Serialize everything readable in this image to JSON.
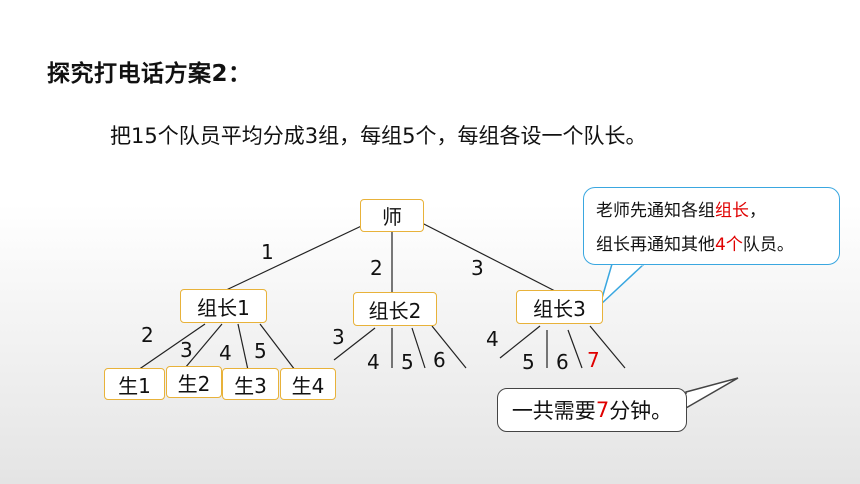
{
  "title": "探究打电话方案2：",
  "intro": "把15个队员平均分成3组，每组5个，每组各设一个队长。",
  "tree": {
    "root": "师",
    "groups": [
      "组长1",
      "组长2",
      "组长3"
    ],
    "root_edge_labels": [
      "1",
      "2",
      "3"
    ],
    "students": [
      "生1",
      "生2",
      "生3",
      "生4"
    ],
    "group1_edge_labels": [
      "2",
      "3",
      "4",
      "5"
    ],
    "group2_edge_labels": [
      "3",
      "4",
      "5",
      "6"
    ],
    "group3_edge_labels": [
      "4",
      "5",
      "6",
      "7"
    ]
  },
  "callout": {
    "line1_prefix": "老师先通知各组",
    "line1_highlight": "组长",
    "line1_suffix": "，",
    "line2_prefix": "组长再通知其他",
    "line2_highlight": "4个",
    "line2_suffix": "队员。"
  },
  "summary": {
    "prefix": "一共需要",
    "highlight": "7",
    "suffix": "分钟。"
  },
  "colors": {
    "node_border": "#e8b23a",
    "callout_border": "#3aa7e0",
    "highlight": "#e00000"
  }
}
